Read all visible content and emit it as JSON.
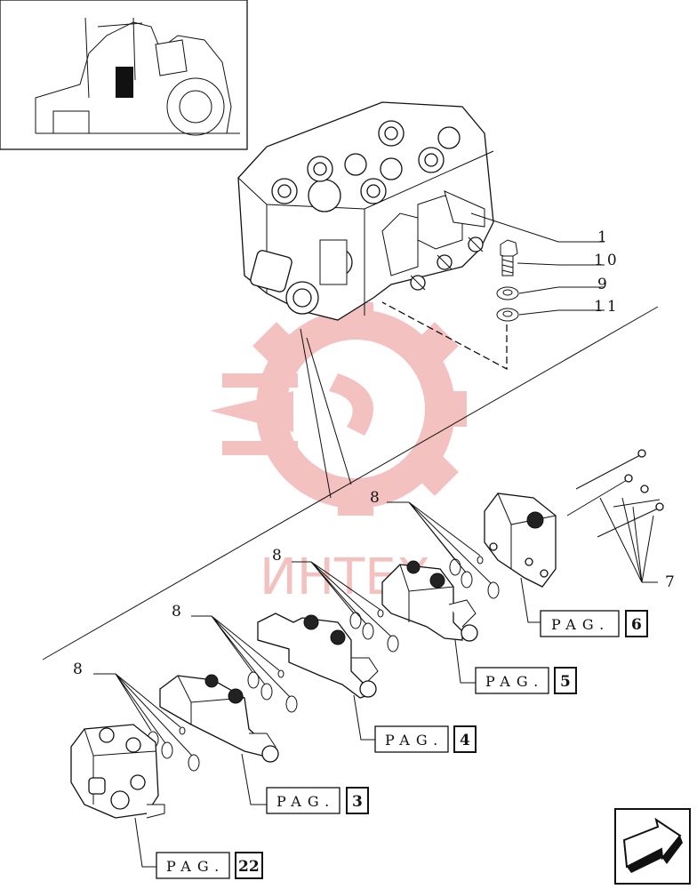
{
  "callouts": {
    "c1": "1",
    "c10": "10",
    "c9": "9",
    "c11": "11",
    "c7": "7",
    "c8a": "8",
    "c8b": "8",
    "c8c": "8",
    "c8d": "8"
  },
  "page_refs": [
    {
      "label": "PAG.",
      "page": "6"
    },
    {
      "label": "PAG.",
      "page": "5"
    },
    {
      "label": "PAG.",
      "page": "4"
    },
    {
      "label": "PAG.",
      "page": "3"
    },
    {
      "label": "PAG.",
      "page": "22"
    }
  ],
  "watermark": {
    "text": "ИНТЕХ",
    "color": "#f4c1c1"
  },
  "colors": {
    "line": "#111111",
    "watermark": "#f4c1c1",
    "corner_mark": "#d4202a"
  },
  "icons": {
    "thumbnail": "tractor-thumbnail-icon",
    "nav": "next-page-arrow-icon"
  }
}
